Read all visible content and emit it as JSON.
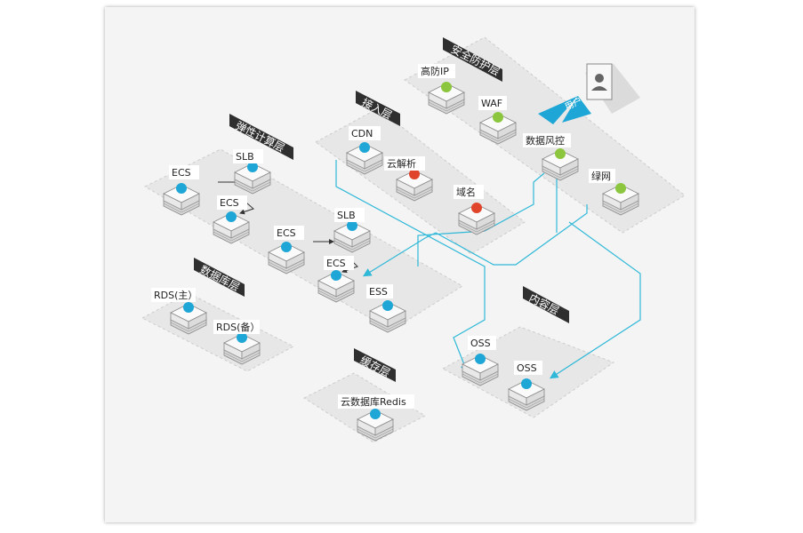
{
  "layers": {
    "security": "安全防护层",
    "access": "接入层",
    "compute": "弹性计算层",
    "database": "数据库层",
    "cache": "缓存层",
    "content": "内容层"
  },
  "user_label": "用户",
  "nodes": {
    "high_defense_ip": "高防IP",
    "waf": "WAF",
    "risk_control": "数据风控",
    "green_net": "绿网",
    "cdn": "CDN",
    "cloud_dns": "云解析",
    "domain": "域名",
    "ecs_1": "ECS",
    "slb_1": "SLB",
    "ecs_2": "ECS",
    "ecs_3": "ECS",
    "slb_2": "SLB",
    "ecs_4": "ECS",
    "ess": "ESS",
    "rds_master": "RDS(主）",
    "rds_backup": "RDS(备）",
    "redis": "云数据库Redis",
    "oss_1": "OSS",
    "oss_2": "OSS"
  },
  "colors": {
    "line": "#2fb8d8",
    "accent_blue": "#1ea7d6",
    "green": "#8cc63f",
    "red": "#e0452b",
    "label_dark": "#2f2f2f",
    "zone": "#e6e6e6"
  }
}
